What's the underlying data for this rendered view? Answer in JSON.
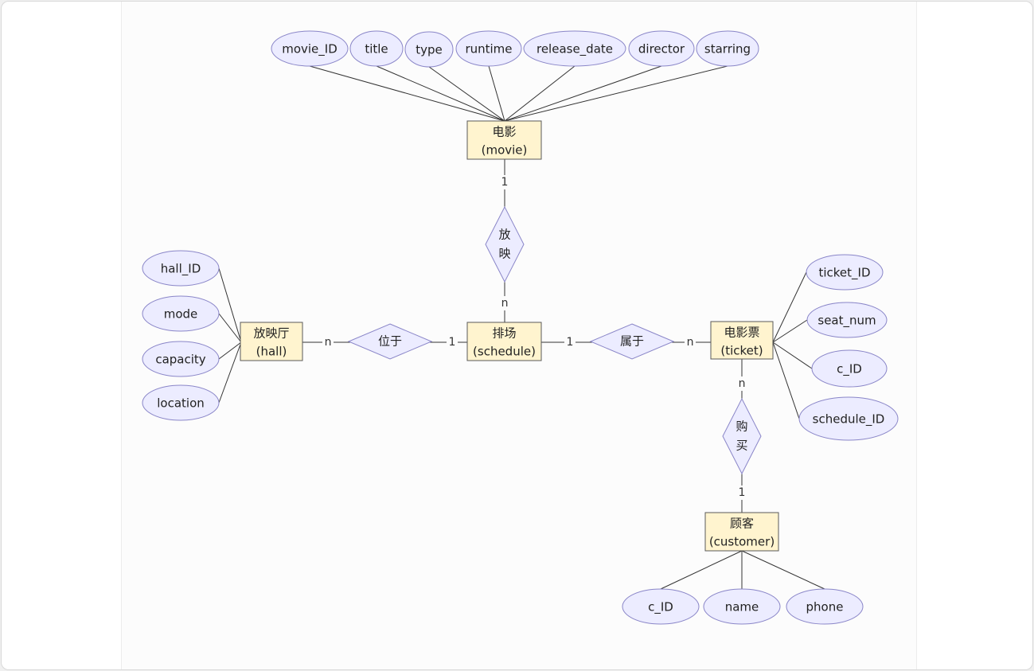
{
  "diagram": {
    "entities": [
      {
        "id": "movie",
        "line1": "电影",
        "line2": "(movie)"
      },
      {
        "id": "hall",
        "line1": "放映厅",
        "line2": "(hall)"
      },
      {
        "id": "schedule",
        "line1": "排场",
        "line2": "(schedule)"
      },
      {
        "id": "ticket",
        "line1": "电影票",
        "line2": "(ticket)"
      },
      {
        "id": "customer",
        "line1": "顾客",
        "line2": "(customer)"
      }
    ],
    "relationships": [
      {
        "id": "screens",
        "lines": [
          "放",
          "映"
        ],
        "from": "movie",
        "to": "schedule",
        "from_card": "1",
        "to_card": "n"
      },
      {
        "id": "located",
        "lines": [
          "位于"
        ],
        "from": "hall",
        "to": "schedule",
        "from_card": "n",
        "to_card": "1"
      },
      {
        "id": "belongs",
        "lines": [
          "属于"
        ],
        "from": "schedule",
        "to": "ticket",
        "from_card": "1",
        "to_card": "n"
      },
      {
        "id": "buys",
        "lines": [
          "购",
          "买"
        ],
        "from": "ticket",
        "to": "customer",
        "from_card": "n",
        "to_card": "1"
      }
    ],
    "attributes": [
      {
        "entity": "movie",
        "label": "movie_ID"
      },
      {
        "entity": "movie",
        "label": "title"
      },
      {
        "entity": "movie",
        "label": "type"
      },
      {
        "entity": "movie",
        "label": "runtime"
      },
      {
        "entity": "movie",
        "label": "release_date"
      },
      {
        "entity": "movie",
        "label": "director"
      },
      {
        "entity": "movie",
        "label": "starring"
      },
      {
        "entity": "hall",
        "label": "hall_ID"
      },
      {
        "entity": "hall",
        "label": "mode"
      },
      {
        "entity": "hall",
        "label": "capacity"
      },
      {
        "entity": "hall",
        "label": "location"
      },
      {
        "entity": "ticket",
        "label": "ticket_ID"
      },
      {
        "entity": "ticket",
        "label": "seat_num"
      },
      {
        "entity": "ticket",
        "label": "c_ID"
      },
      {
        "entity": "ticket",
        "label": "schedule_ID"
      },
      {
        "entity": "customer",
        "label": "c_ID"
      },
      {
        "entity": "customer",
        "label": "name"
      },
      {
        "entity": "customer",
        "label": "phone"
      }
    ]
  },
  "colors": {
    "entity_fill": "#fff4cf",
    "entity_stroke": "#5a5a5a",
    "attribute_fill": "#ececff",
    "attribute_stroke": "#8a86c8",
    "line": "#333333"
  }
}
